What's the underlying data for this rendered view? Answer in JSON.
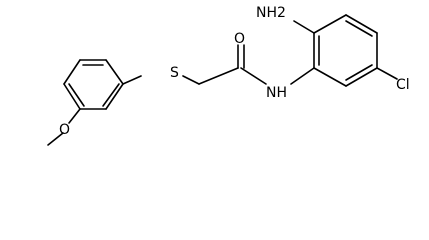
{
  "atoms": {
    "amino_group": "NH2",
    "amide_nitrogen": "NH",
    "carbonyl_oxygen": "O",
    "thioether_sulfur": "S",
    "chloro": "Cl",
    "methoxy_oxygen": "O"
  }
}
